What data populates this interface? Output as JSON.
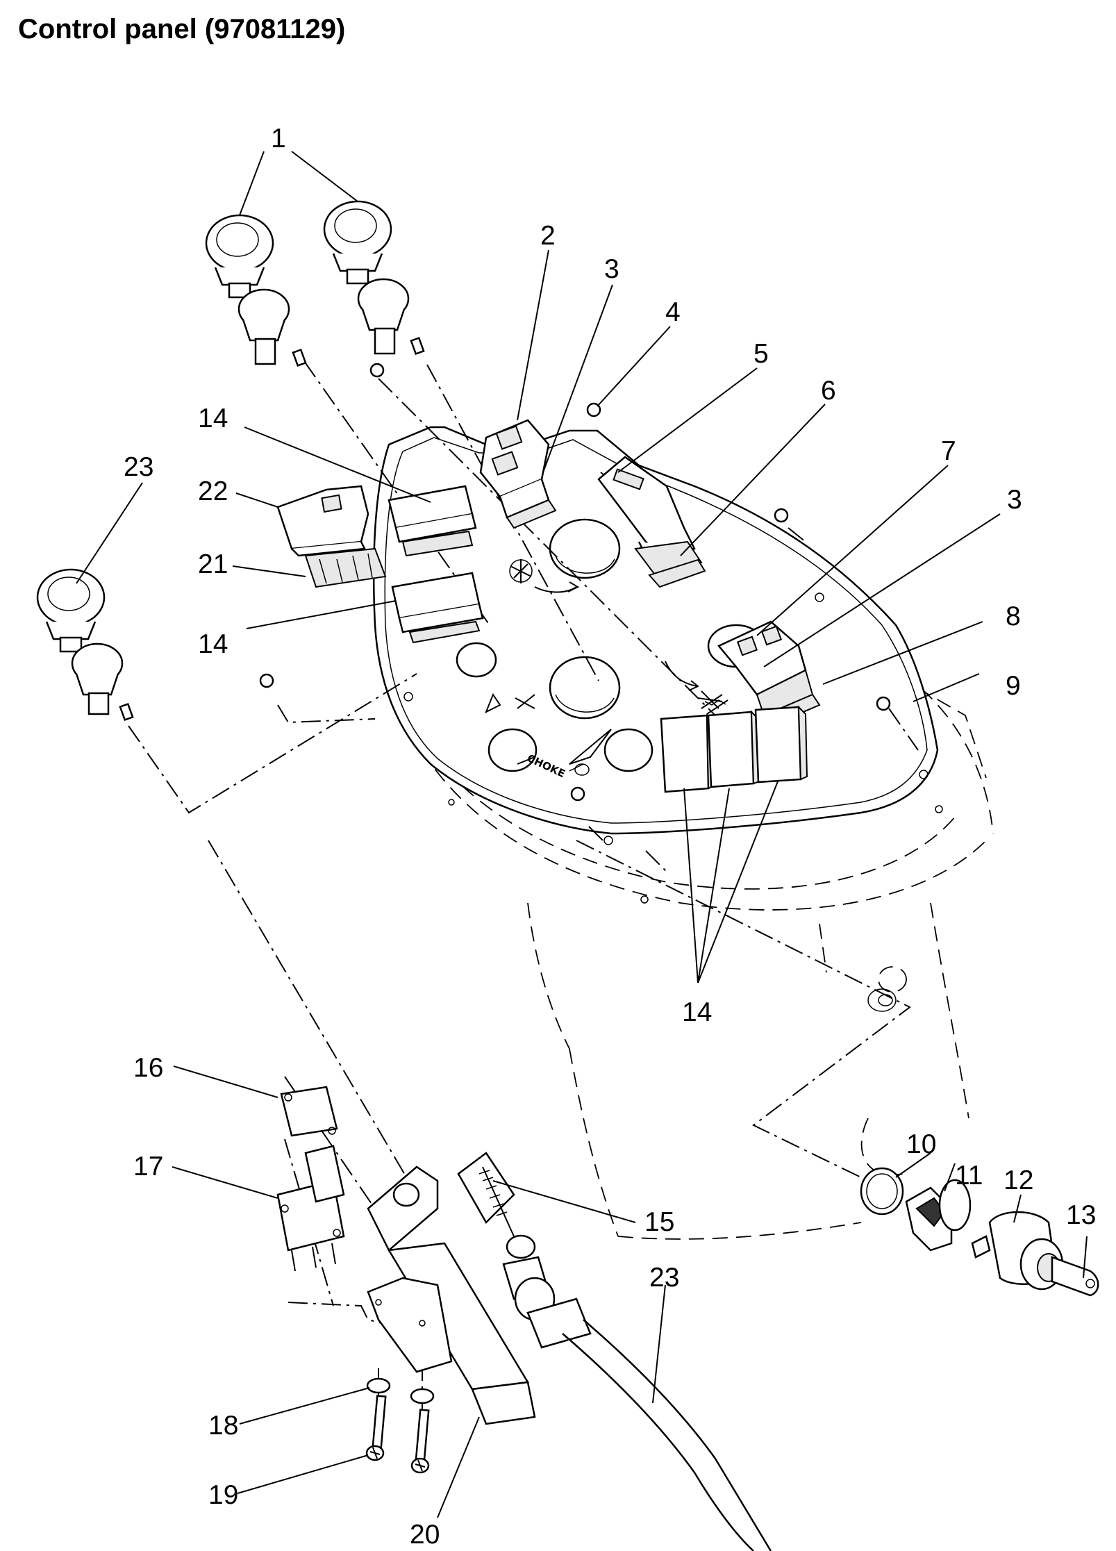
{
  "title": "Control panel (97081129)",
  "decal_text": "CHOKE",
  "callouts": [
    "1",
    "2",
    "3",
    "4",
    "5",
    "6",
    "7",
    "3",
    "8",
    "9",
    "14",
    "23",
    "22",
    "21",
    "14",
    "14",
    "10",
    "11",
    "12",
    "13",
    "16",
    "17",
    "15",
    "23",
    "18",
    "19",
    "20"
  ]
}
